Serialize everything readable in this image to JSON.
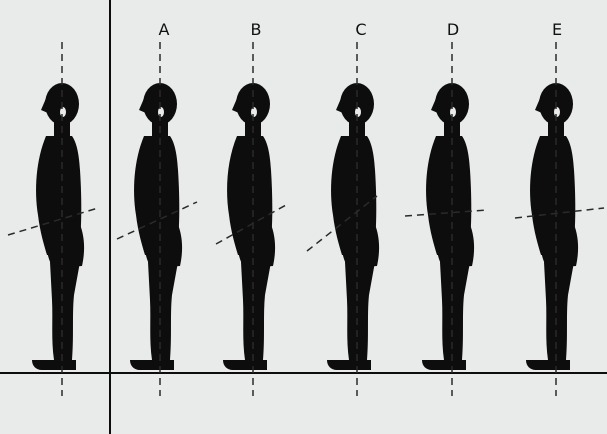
{
  "figure": {
    "colors": {
      "paper": "#e9eaea",
      "ink": "#0d0d0d",
      "guide": "#2a2a2a"
    },
    "reference_figure": {
      "pelvic_tilt_deg": 10
    },
    "postures": [
      {
        "label": "A",
        "pelvic_tilt_deg": 18
      },
      {
        "label": "B",
        "pelvic_tilt_deg": 26
      },
      {
        "label": "C",
        "pelvic_tilt_deg": 36
      },
      {
        "label": "D",
        "pelvic_tilt_deg": 3
      },
      {
        "label": "E",
        "pelvic_tilt_deg": 5
      }
    ]
  }
}
